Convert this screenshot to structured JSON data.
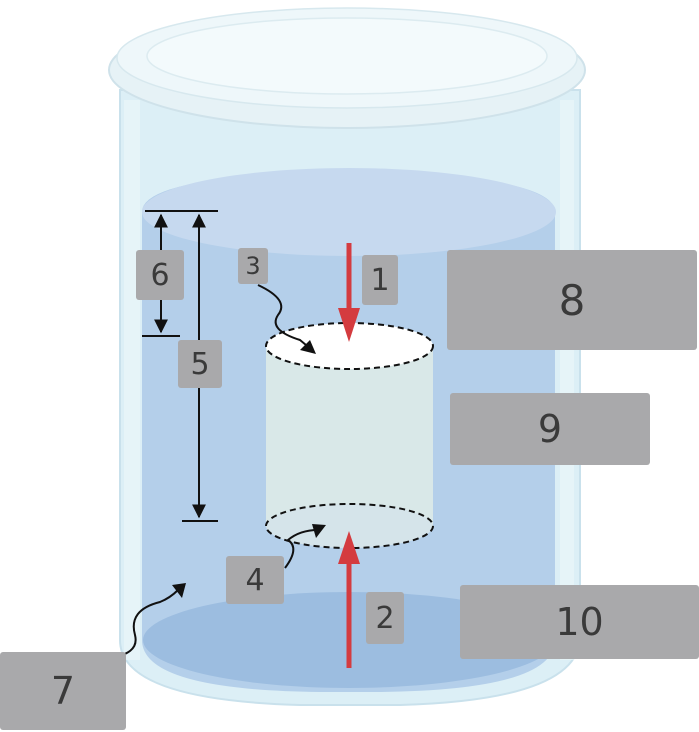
{
  "diagram": {
    "labels": {
      "l1": "1",
      "l2": "2",
      "l3": "3",
      "l4": "4",
      "l5": "5",
      "l6": "6",
      "l7": "7",
      "l8": "8",
      "l9": "9",
      "l10": "10"
    },
    "colors": {
      "jar_glass": "#d6ebf3",
      "lid": "#e8f4f8",
      "water": "#b3d0ec",
      "water_surface": "#c2d8ee",
      "water_bottom": "#9ec1e4",
      "cylinder": "#d9e9e9",
      "force_arrow": "#d43b3f",
      "label_box": "#a9a9ab"
    }
  }
}
